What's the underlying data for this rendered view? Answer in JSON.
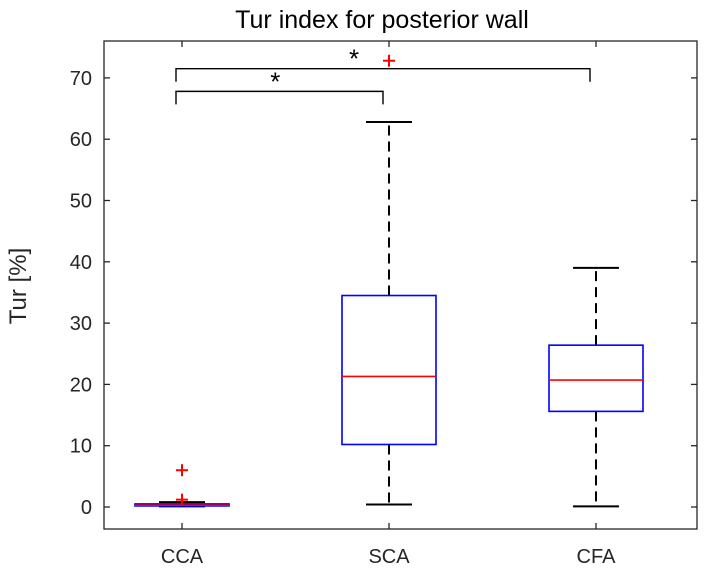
{
  "chart_data": {
    "type": "box",
    "title": "Tur index for posterior wall",
    "xlabel": "",
    "ylabel": "Tur [%]",
    "ylim": [
      -1.5,
      77
    ],
    "yticks": [
      0,
      10,
      20,
      30,
      40,
      50,
      60,
      70
    ],
    "grid": false,
    "categories": [
      "CCA",
      "SCA",
      "CFA"
    ],
    "boxes": [
      {
        "category": "CCA",
        "whisker_low": 0.1,
        "q1": 0.2,
        "median": 0.3,
        "q3": 0.5,
        "whisker_high": 0.8,
        "outliers": [
          6.0,
          1.2
        ]
      },
      {
        "category": "SCA",
        "whisker_low": 0.4,
        "q1": 10.2,
        "median": 21.3,
        "q3": 34.5,
        "whisker_high": 62.8,
        "outliers": [
          72.8
        ]
      },
      {
        "category": "CFA",
        "whisker_low": 0.1,
        "q1": 15.6,
        "median": 20.7,
        "q3": 26.4,
        "whisker_high": 39.0,
        "outliers": []
      }
    ],
    "significance": [
      {
        "from": "CCA",
        "to": "CFA",
        "label": "*",
        "y": 71.5
      },
      {
        "from": "CCA",
        "to": "SCA",
        "label": "*",
        "y": 67.8
      }
    ],
    "colors": {
      "box": "#0000ff",
      "median": "#ff0000",
      "outlier": "#ff0000",
      "whisker": "#000000",
      "axis": "#262626"
    }
  }
}
